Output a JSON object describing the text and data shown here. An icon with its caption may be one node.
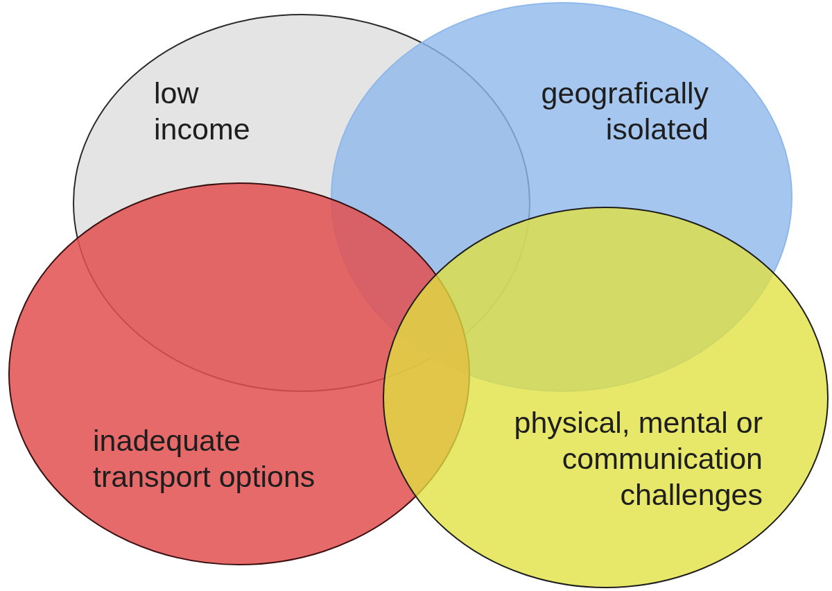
{
  "diagram": {
    "nodes": [
      {
        "text": [
          "low income"
        ]
      },
      {
        "text": [
          "geografically isolated"
        ]
      },
      {
        "text": [
          "inadequate transport options"
        ]
      },
      {
        "text": [
          "physical, mental or communication challenges"
        ]
      }
    ]
  }
}
